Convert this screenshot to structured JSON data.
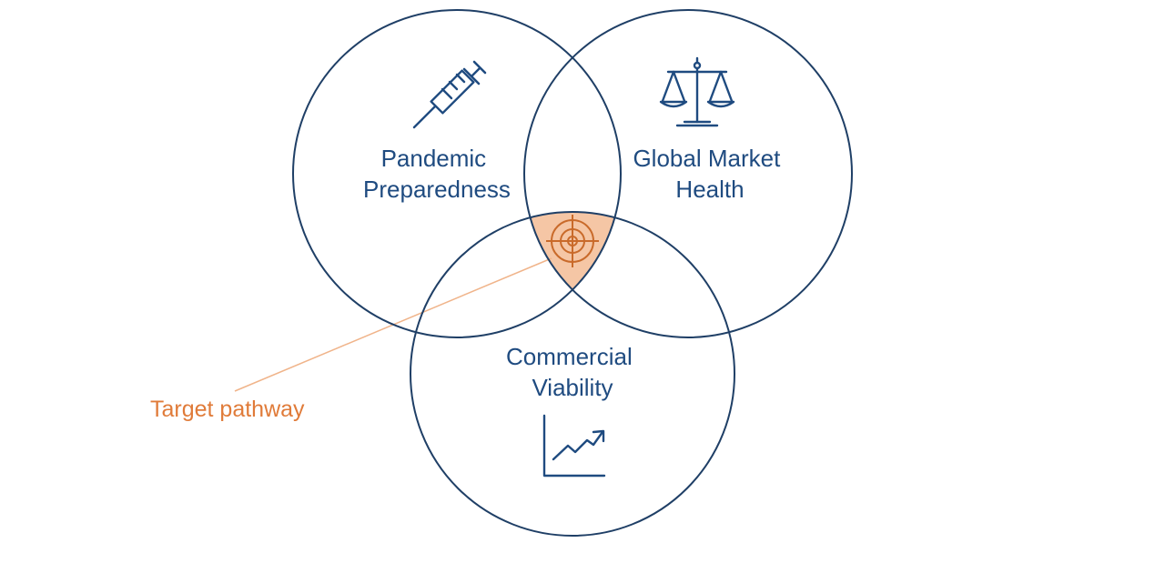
{
  "circles": [
    {
      "key": "pandemic",
      "label_lines": [
        "Pandemic",
        "Preparedness"
      ],
      "icon": "syringe-icon"
    },
    {
      "key": "market",
      "label_lines": [
        "Global Market",
        "Health"
      ],
      "icon": "balance-scale-icon"
    },
    {
      "key": "commercial",
      "label_lines": [
        "Commercial",
        "Viability"
      ],
      "icon": "growth-chart-icon"
    }
  ],
  "intersection": {
    "icon": "target-icon",
    "fill_color": "#f5c6a5"
  },
  "callout": {
    "label": "Target pathway",
    "color": "#e07b39"
  },
  "colors": {
    "circle_stroke": "#1f3f66",
    "icon_stroke": "#1f4b80",
    "label_text": "#1f4b80"
  }
}
